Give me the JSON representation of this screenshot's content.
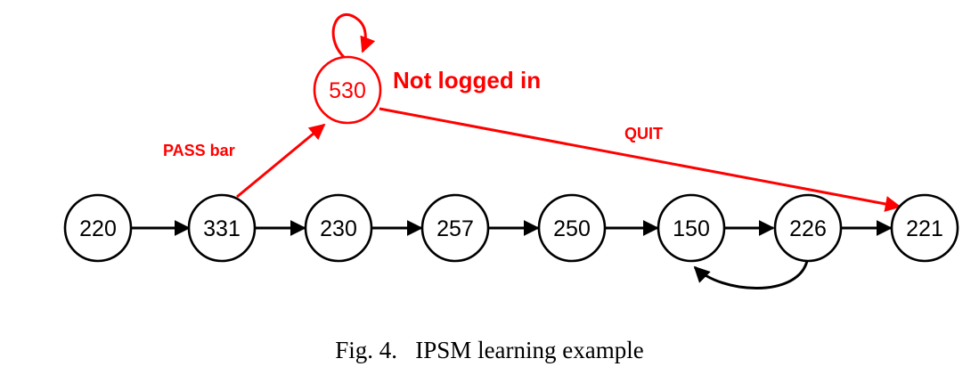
{
  "nodes": [
    {
      "id": "n220",
      "label": "220"
    },
    {
      "id": "n331",
      "label": "331"
    },
    {
      "id": "n230",
      "label": "230"
    },
    {
      "id": "n257",
      "label": "257"
    },
    {
      "id": "n250",
      "label": "250"
    },
    {
      "id": "n150",
      "label": "150"
    },
    {
      "id": "n226",
      "label": "226"
    },
    {
      "id": "n221",
      "label": "221"
    },
    {
      "id": "n530",
      "label": "530",
      "color": "#ff0000"
    }
  ],
  "edges": [
    {
      "from": "n220",
      "to": "n331"
    },
    {
      "from": "n331",
      "to": "n230"
    },
    {
      "from": "n230",
      "to": "n257"
    },
    {
      "from": "n257",
      "to": "n250"
    },
    {
      "from": "n250",
      "to": "n150"
    },
    {
      "from": "n150",
      "to": "n226"
    },
    {
      "from": "n226",
      "to": "n221"
    },
    {
      "from": "n226",
      "to": "n150",
      "kind": "back-loop"
    },
    {
      "from": "n331",
      "to": "n530",
      "label": "PASS bar",
      "color": "#ff0000"
    },
    {
      "from": "n530",
      "to": "n530",
      "kind": "self-loop",
      "color": "#ff0000"
    },
    {
      "from": "n530",
      "to": "n221",
      "label": "QUIT",
      "color": "#ff0000"
    }
  ],
  "annotations": {
    "state_530": "Not logged in",
    "pass_edge": "PASS bar",
    "quit_edge": "QUIT"
  },
  "caption": "Fig. 4.   IPSM learning example"
}
